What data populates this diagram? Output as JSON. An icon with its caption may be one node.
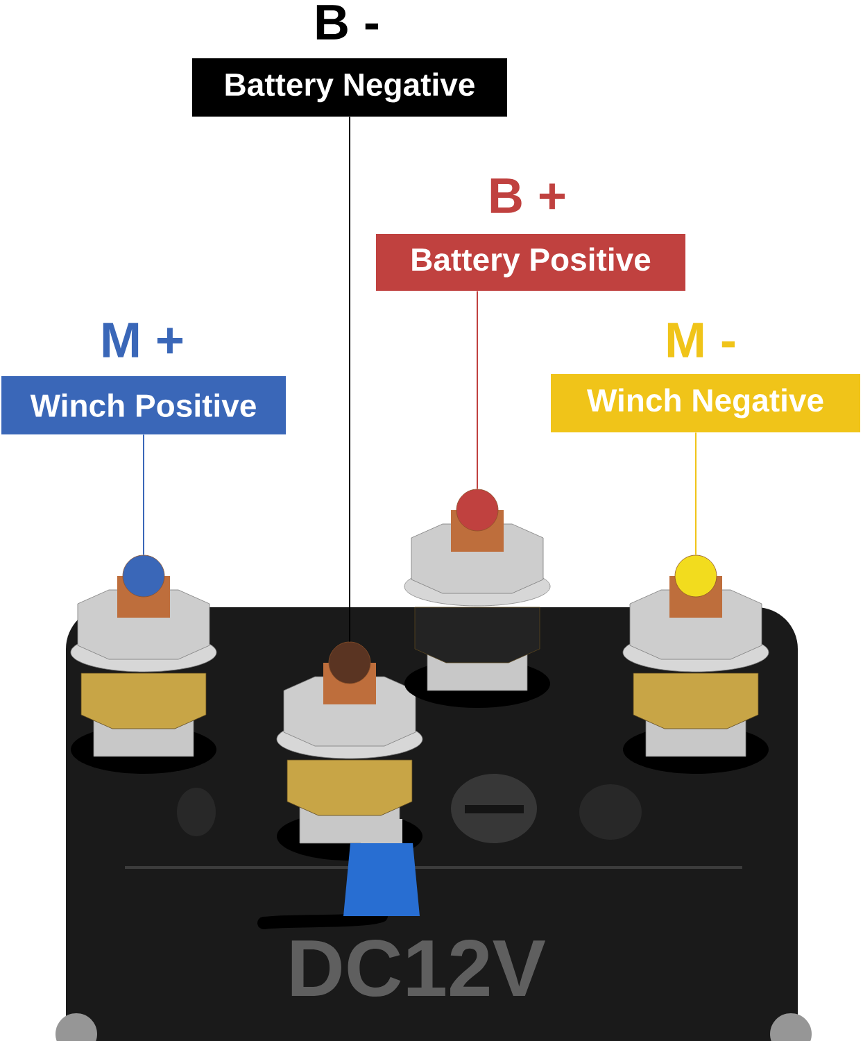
{
  "diagram": {
    "nodes": [
      {
        "text": [
          "B -",
          "Battery Negative"
        ]
      },
      {
        "text": [
          "B +",
          "Battery Positive"
        ]
      },
      {
        "text": [
          "M +",
          "Winch Positive"
        ]
      },
      {
        "text": [
          "M -",
          "Winch Negative"
        ]
      },
      {
        "text": [],
        "shape": "circle"
      },
      {
        "text": [],
        "shape": "circle"
      },
      {
        "text": [],
        "shape": "circle"
      },
      {
        "text": [],
        "shape": "circle"
      }
    ],
    "edges": [
      {
        "from": 0,
        "to": 5,
        "arrow": "none",
        "color": "#000000"
      },
      {
        "from": 1,
        "to": 6,
        "arrow": "none",
        "color": "#c0413f"
      },
      {
        "from": 2,
        "to": 4,
        "arrow": "none",
        "color": "#3a67b8"
      },
      {
        "from": 3,
        "to": 7,
        "arrow": "none",
        "color": "#f0c419"
      }
    ],
    "labels": [
      "DC12V"
    ]
  }
}
